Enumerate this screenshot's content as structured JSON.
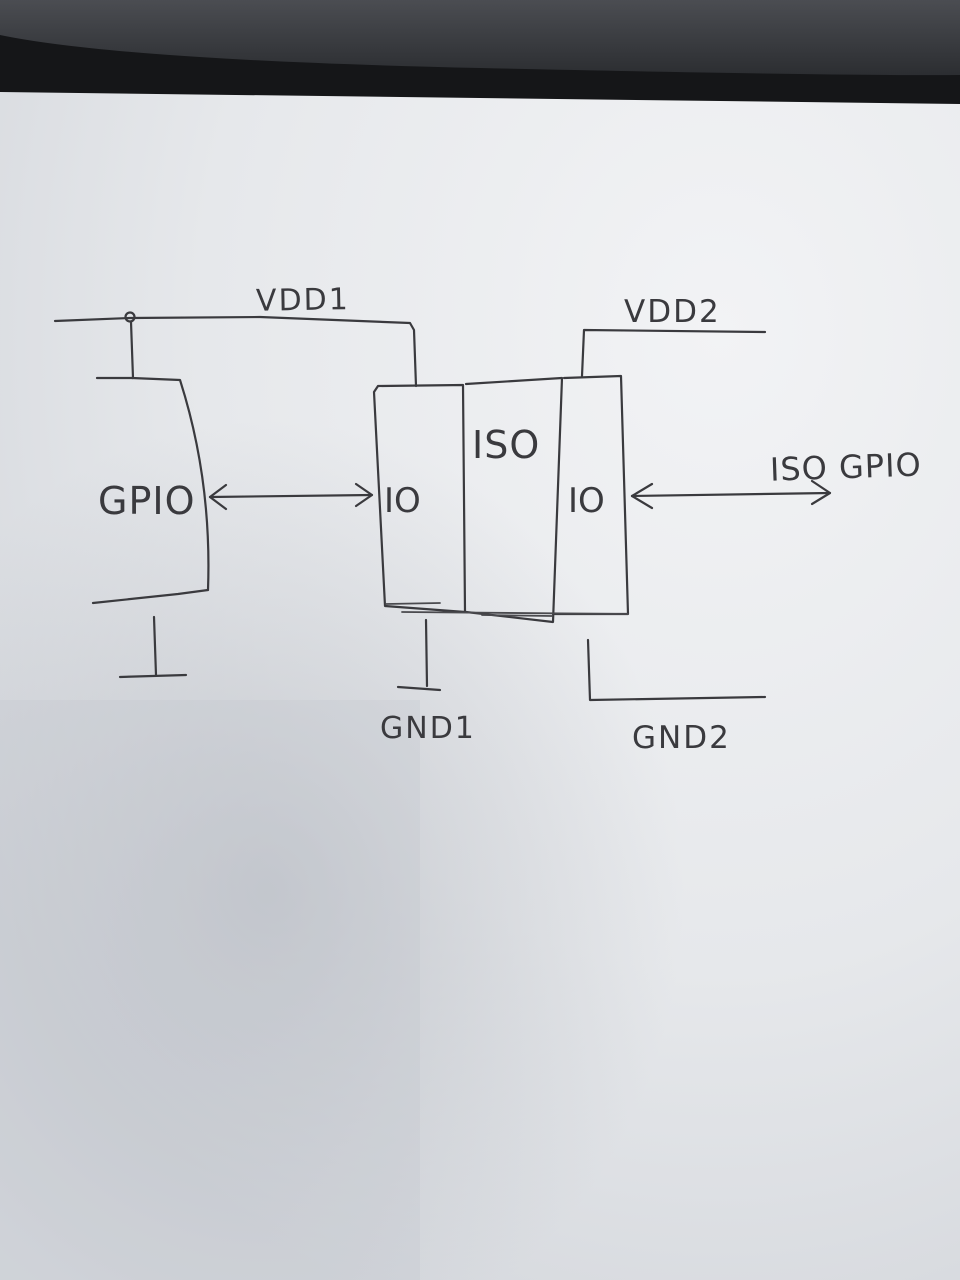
{
  "labels": {
    "vdd1": "VDD1",
    "vdd2": "VDD2",
    "gpio": "GPIO",
    "iso": "ISO",
    "io_left": "IO",
    "io_right": "IO",
    "iso_gpio": "ISO GPIO",
    "gnd1": "GND1",
    "gnd2": "GND2"
  },
  "colors": {
    "paper": "#ecedf0",
    "ink": "#3a3a3e",
    "shadow": "#c9ccd2",
    "desk": "#2a2c30"
  }
}
